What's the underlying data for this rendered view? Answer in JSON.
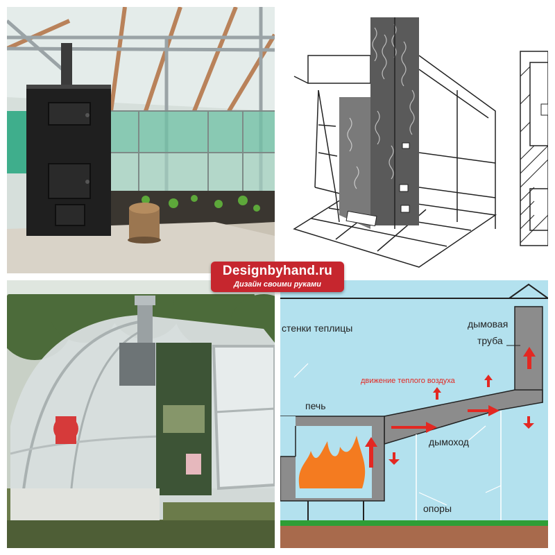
{
  "watermark": {
    "brand": "Designbyhand.ru",
    "tagline": "Дизайн своими руками"
  },
  "diagram": {
    "walls_label": "стенки теплицы",
    "chimney_label_line1": "дымовая",
    "chimney_label_line2": "труба",
    "airflow_label": "движение теплого воздуха",
    "stove_label": "печь",
    "flue_label": "дымоход",
    "supports_label": "опоры"
  },
  "colors": {
    "sky": "#b3e1ee",
    "ground": "#a86a4c",
    "grass": "#2e9e36",
    "structure": "#8c8c8c",
    "fire": "#f47b20",
    "arrow": "#e32822",
    "watermark": "#c6262e"
  }
}
